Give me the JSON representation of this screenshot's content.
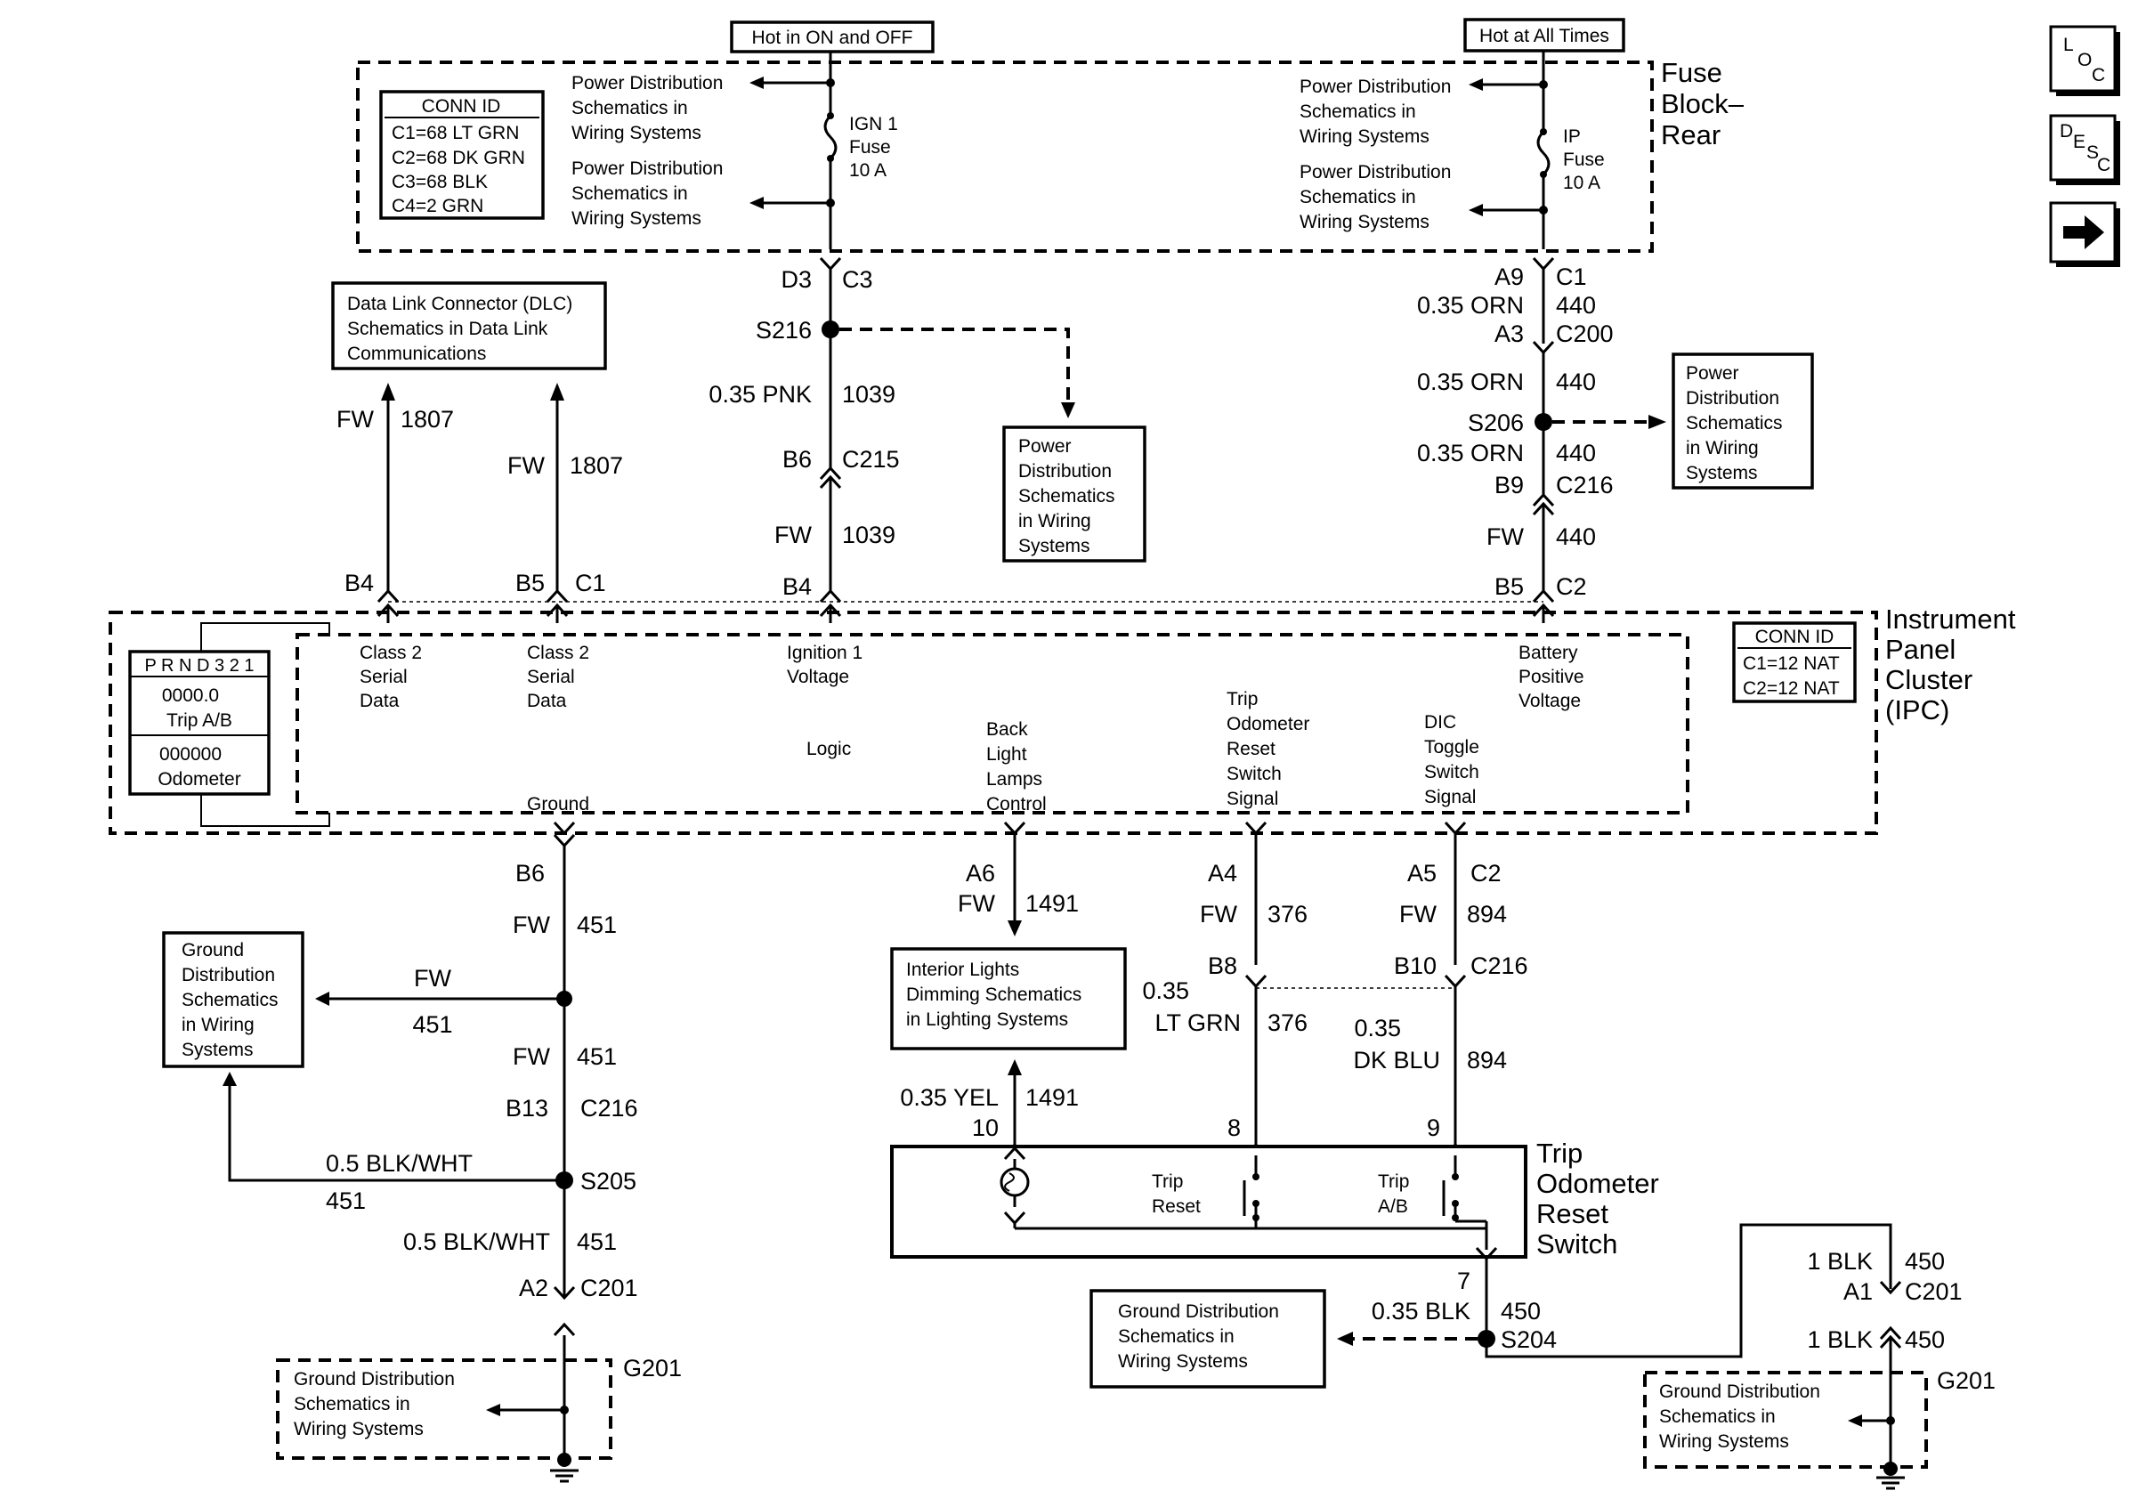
{
  "header": {
    "hot_on_off": "Hot in ON and OFF",
    "hot_all_times": "Hot at All Times"
  },
  "nav": {
    "loc": {
      "l1": "L",
      "l2": "O",
      "l3": "C"
    },
    "desc": {
      "l1": "D",
      "l2": "E",
      "l3": "S",
      "l4": "C"
    }
  },
  "fuse_block": {
    "title_lines": [
      "Fuse",
      "Block–",
      "Rear"
    ],
    "conn_id": {
      "title": "CONN ID",
      "rows": [
        "C1=68 LT GRN",
        "C2=68 DK GRN",
        "C3=68 BLK",
        "C4=2 GRN"
      ]
    },
    "ign_fuse": [
      "IGN 1",
      "Fuse",
      "10 A"
    ],
    "ip_fuse": [
      "IP",
      "Fuse",
      "10 A"
    ],
    "ref_left_top": [
      "Power Distribution",
      "Schematics in",
      "Wiring Systems"
    ],
    "ref_left_bottom": [
      "Power Distribution",
      "Schematics in",
      "Wiring Systems"
    ],
    "ref_right_top": [
      "Power Distribution",
      "Schematics in",
      "Wiring Systems"
    ],
    "ref_right_bottom": [
      "Power Distribution",
      "Schematics in",
      "Wiring Systems"
    ]
  },
  "dlc_ref": [
    "Data Link Connector (DLC)",
    "Schematics in Data Link",
    "Communications"
  ],
  "pd_ref_mid": [
    "Power",
    "Distribution",
    "Schematics",
    "in Wiring",
    "Systems"
  ],
  "pd_ref_right": [
    "Power",
    "Distribution",
    "Schematics",
    "in Wiring",
    "Systems"
  ],
  "circuits": {
    "d3": "D3",
    "c3": "C3",
    "s216": "S216",
    "pnk_gauge": "0.35 PNK",
    "pnk_num": "1039",
    "b6_top": "B6",
    "c215": "C215",
    "fw_1039": "FW",
    "n_1039": "1039",
    "a9": "A9",
    "c1_top": "C1",
    "orn1": "0.35 ORN",
    "n440_1": "440",
    "a3": "A3",
    "c200": "C200",
    "orn2": "0.35 ORN",
    "n440_2": "440",
    "s206": "S206",
    "orn3": "0.35 ORN",
    "n440_3": "440",
    "b9": "B9",
    "c216_a": "C216",
    "fw_440": "FW",
    "n440_4": "440",
    "fw_1807a": "FW",
    "n1807a": "1807",
    "fw_1807b": "FW",
    "n1807b": "1807",
    "b4_left": "B4",
    "b5_left": "B5",
    "c1_left": "C1",
    "b4_mid": "B4",
    "b5_right": "B5",
    "c2_right": "C2"
  },
  "ipc": {
    "title_lines": [
      "Instrument",
      "Panel",
      "Cluster",
      "(IPC)"
    ],
    "conn_id": {
      "title": "CONN ID",
      "rows": [
        "C1=12 NAT",
        "C2=12 NAT"
      ]
    },
    "prnd": "P R N D 3 2 1",
    "trip_val": "0000.0",
    "trip_lbl": "Trip A/B",
    "odo_val": "000000",
    "odo_lbl": "Odometer",
    "class2a": [
      "Class 2",
      "Serial",
      "Data"
    ],
    "class2b": [
      "Class 2",
      "Serial",
      "Data"
    ],
    "ign_v": [
      "Ignition 1",
      "Voltage"
    ],
    "batt_v": [
      "Battery",
      "Positive",
      "Voltage"
    ],
    "logic": "Logic",
    "ground": "Ground",
    "backlight": [
      "Back",
      "Light",
      "Lamps",
      "Control"
    ],
    "trip_sw": [
      "Trip",
      "Odometer",
      "Reset",
      "Switch",
      "Signal"
    ],
    "dic_sw": [
      "DIC",
      "Toggle",
      "Switch",
      "Signal"
    ]
  },
  "lower": {
    "b6": "B6",
    "fw1": "FW",
    "n451_1": "451",
    "fw_branch": "FW",
    "n451_branch": "451",
    "fw2": "FW",
    "n451_2": "451",
    "b13": "B13",
    "c216": "C216",
    "blkwht1": "0.5 BLK/WHT",
    "n451_3": "451",
    "s205": "S205",
    "blkwht2": "0.5 BLK/WHT",
    "n451_4": "451",
    "a2": "A2",
    "c201": "C201",
    "g201_left": "G201",
    "a6": "A6",
    "fw_1491": "FW",
    "n1491": "1491",
    "yel": "0.35 YEL",
    "n1491b": "1491",
    "pin10": "10",
    "a4": "A4",
    "c2": "C2",
    "a5": "A5",
    "fw376": "FW",
    "n376": "376",
    "fw894": "FW",
    "n894": "894",
    "b8": "B8",
    "b10": "B10",
    "c216b": "C216",
    "ltgrn_gauge": "0.35",
    "ltgrn": "LT GRN",
    "n376b": "376",
    "dkblu_gauge": "0.35",
    "dkblu": "DK BLU",
    "n894b": "894",
    "pin8": "8",
    "pin9": "9",
    "pin7": "7",
    "blk035": "0.35 BLK",
    "n450": "450",
    "s204": "S204",
    "blk1a": "1 BLK",
    "n450a": "450",
    "a1": "A1",
    "c201b": "C201",
    "blk1b": "1 BLK",
    "n450b": "450",
    "g201_right": "G201"
  },
  "gd_ref_left": [
    "Ground",
    "Distribution",
    "Schematics",
    "in Wiring",
    "Systems"
  ],
  "gd_ref_g201l": [
    "Ground Distribution",
    "Schematics in",
    "Wiring Systems"
  ],
  "gd_ref_mid": [
    "Ground Distribution",
    "Schematics in",
    "Wiring Systems"
  ],
  "gd_ref_g201r": [
    "Ground Distribution",
    "Schematics in",
    "Wiring Systems"
  ],
  "dim_ref": [
    "Interior Lights",
    "Dimming Schematics",
    "in Lighting Systems"
  ],
  "switch_assy": {
    "title_lines": [
      "Trip",
      "Odometer",
      "Reset",
      "Switch"
    ],
    "trip_reset": [
      "Trip",
      "Reset"
    ],
    "trip_ab": [
      "Trip",
      "A/B"
    ]
  }
}
